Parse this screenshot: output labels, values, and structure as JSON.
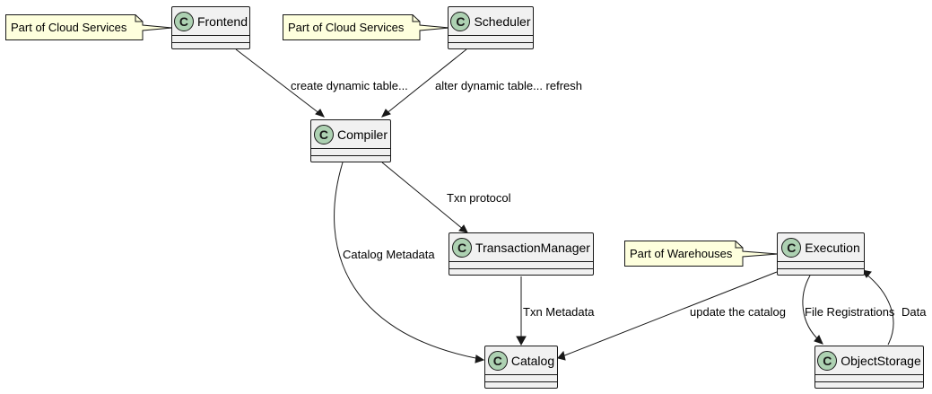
{
  "classes": {
    "frontend": {
      "badge": "C",
      "name": "Frontend"
    },
    "scheduler": {
      "badge": "C",
      "name": "Scheduler"
    },
    "compiler": {
      "badge": "C",
      "name": "Compiler"
    },
    "transaction_manager": {
      "badge": "C",
      "name": "TransactionManager"
    },
    "catalog": {
      "badge": "C",
      "name": "Catalog"
    },
    "execution": {
      "badge": "C",
      "name": "Execution"
    },
    "object_storage": {
      "badge": "C",
      "name": "ObjectStorage"
    }
  },
  "notes": {
    "frontend_note": "Part of Cloud Services",
    "scheduler_note": "Part of Cloud Services",
    "execution_note": "Part of Warehouses"
  },
  "edges": {
    "frontend_compiler": "create dynamic table...",
    "scheduler_compiler": "alter dynamic table... refresh",
    "compiler_txn": "Txn protocol",
    "compiler_catalog": "Catalog Metadata",
    "txn_catalog": "Txn Metadata",
    "execution_catalog": "update the catalog",
    "execution_storage": "File Registrations",
    "storage_execution": "Data"
  },
  "colors": {
    "class_fill": "#F1F1F1",
    "class_border": "#181818",
    "badge_fill": "#ADD1B2",
    "note_fill": "#FEFFDD",
    "line": "#181818"
  }
}
